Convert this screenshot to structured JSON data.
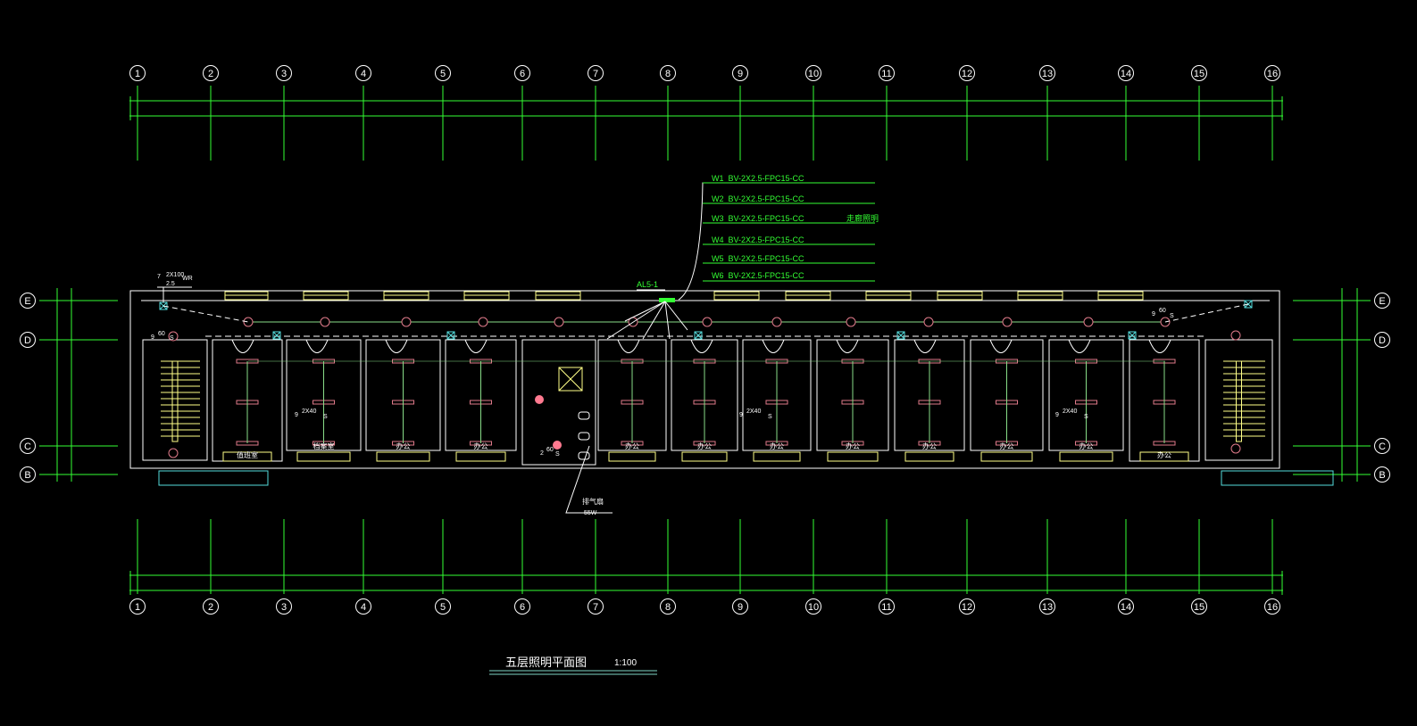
{
  "drawing": {
    "title": "五层照明平面图",
    "scale": "1:100"
  },
  "axes": {
    "columns": [
      "1",
      "2",
      "3",
      "4",
      "5",
      "6",
      "7",
      "8",
      "9",
      "10",
      "11",
      "12",
      "13",
      "14",
      "15",
      "16"
    ],
    "rows": [
      "E",
      "D",
      "C",
      "B"
    ]
  },
  "panel": {
    "name": "AL5-1",
    "circuits": [
      {
        "id": "W1",
        "spec": "BV-2X2.5-FPC15-CC"
      },
      {
        "id": "W2",
        "spec": "BV-2X2.5-FPC15-CC"
      },
      {
        "id": "W3",
        "spec": "BV-2X2.5-FPC15-CC"
      },
      {
        "id": "W4",
        "spec": "BV-2X2.5-FPC15-CC"
      },
      {
        "id": "W5",
        "spec": "BV-2X2.5-FPC15-CC"
      },
      {
        "id": "W6",
        "spec": "BV-2X2.5-FPC15-CC"
      }
    ],
    "w3_note": "走廊照明"
  },
  "annotations": {
    "exit_light": {
      "count": "7",
      "num": "2X100",
      "den": "2.5",
      "suffix": "WR"
    },
    "stair_light_left": {
      "count": "9",
      "num": "60",
      "suffix": "S"
    },
    "stair_light_right": {
      "count": "9",
      "num": "60",
      "suffix": "S"
    },
    "room_fixture_1": {
      "count": "9",
      "num": "2X40",
      "suffix": "S"
    },
    "room_fixture_2": {
      "count": "9",
      "num": "2X40",
      "suffix": "S"
    },
    "room_fixture_3": {
      "count": "9",
      "num": "2X40",
      "suffix": "S"
    },
    "toilet_light": {
      "count": "2",
      "num": "60",
      "suffix": "S"
    },
    "exhaust_fan": {
      "label": "排气扇",
      "power": "55W"
    }
  },
  "rooms": [
    "值班室",
    "档案室",
    "办公",
    "办公",
    "办公",
    "办公",
    "办公",
    "办公",
    "办公",
    "办公",
    "办公",
    "办公"
  ]
}
